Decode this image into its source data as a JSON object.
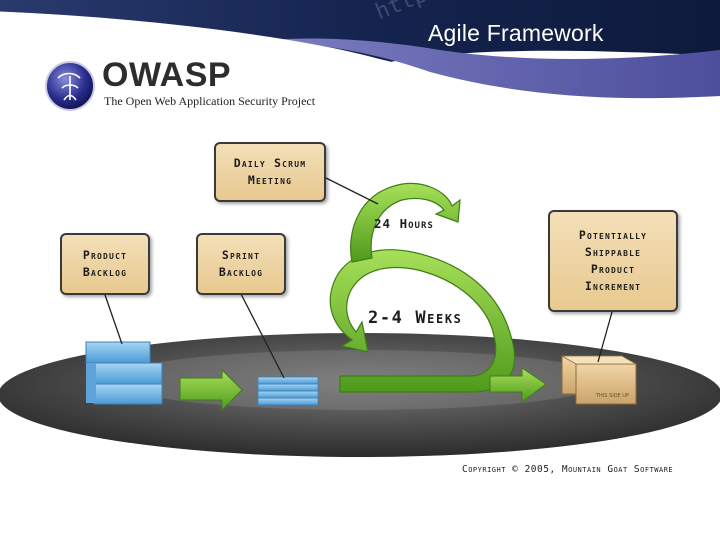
{
  "slide": {
    "title": "Agile Framework",
    "url_watermark": "https://www"
  },
  "logo": {
    "name": "OWASP",
    "tagline": "The Open Web Application Security Project"
  },
  "diagram": {
    "daily_scrum": "Daily Scrum\nMeeting",
    "product_backlog": "Product\nBacklog",
    "sprint_backlog": "Sprint\nBacklog",
    "shippable": "Potentially\nShippable\nProduct\nIncrement",
    "inner_loop": "24 Hours",
    "outer_loop": "2-4 Weeks",
    "box_stamp": "THIS SIDE UP"
  },
  "copyright": "Copyright © 2005, Mountain Goat Software",
  "colors": {
    "header_navy": "#1a2a5e",
    "header_purple": "#5c5da6",
    "box_tan": "#ecd3a2",
    "arrow_green": "#6db92a",
    "stack_blue": "#6fb4e6",
    "ellipse_gray": "#4a4a4a"
  }
}
